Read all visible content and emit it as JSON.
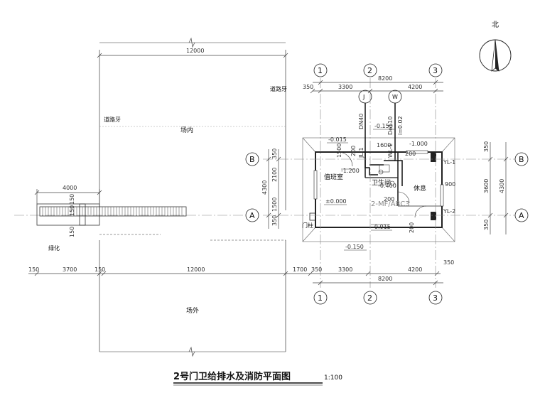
{
  "north": {
    "label": "北"
  },
  "title": {
    "text": "2号门卫给排水及消防平面图",
    "scale": "1:100"
  },
  "dims_top_site": "12000",
  "dims_top": {
    "total": "8200",
    "seg1": "3300",
    "seg2": "4200",
    "left_ext": "350"
  },
  "dims_bottom": {
    "total": "8200",
    "seg1": "3300",
    "seg2": "4200",
    "left_ext": "350",
    "right_ext": "350",
    "side": "1700"
  },
  "dims_bottom_site": {
    "left_a": "150",
    "left_b": "3700",
    "left_c": "150",
    "main": "12000"
  },
  "dims_left_vertical": {
    "d1": "350",
    "d2": "2100",
    "d3": "4300",
    "d4": "1500",
    "d5": "350"
  },
  "dims_right_vertical": {
    "d1": "350",
    "d2": "3600",
    "d3": "4300",
    "d4": "350",
    "d5": "900"
  },
  "dims_gate": {
    "width": "4000",
    "d1": "150",
    "d2": "150",
    "d3": "150"
  },
  "dims_inner": {
    "a": "1600",
    "b": "200",
    "c": "200",
    "d": "200",
    "e": "900",
    "f": "200",
    "g": "1500"
  },
  "axes": {
    "col1": "1",
    "col2": "2",
    "col3": "3",
    "rowB": "B",
    "rowA": "A"
  },
  "labels": {
    "curb_top": "道路牙",
    "curb_left": "道路牙",
    "site_inside": "场内",
    "site_outside": "场外",
    "greening": "绿化",
    "gate_post": "门柱",
    "duty_room": "值班室",
    "toilet": "卫生间",
    "rest": "休息",
    "extinguisher": "2-MF/ABC3",
    "riser1": "YL-1",
    "riser2": "YL-2",
    "j_symbol": "J",
    "w_symbol": "W",
    "dn_j": "DN40",
    "dn_w": "De110",
    "i_slope": "i=0.02",
    "j_pipe_tag": "JL-1",
    "wl_pipe_tag": "WL-1"
  },
  "elevations": {
    "e1": "-0.015",
    "e2": "-0.150",
    "e3": "-1.000",
    "e4": "±0.000",
    "e5": "-0.400",
    "e6": "-0.015",
    "e7": "-0.150",
    "e8": "-1.200"
  }
}
